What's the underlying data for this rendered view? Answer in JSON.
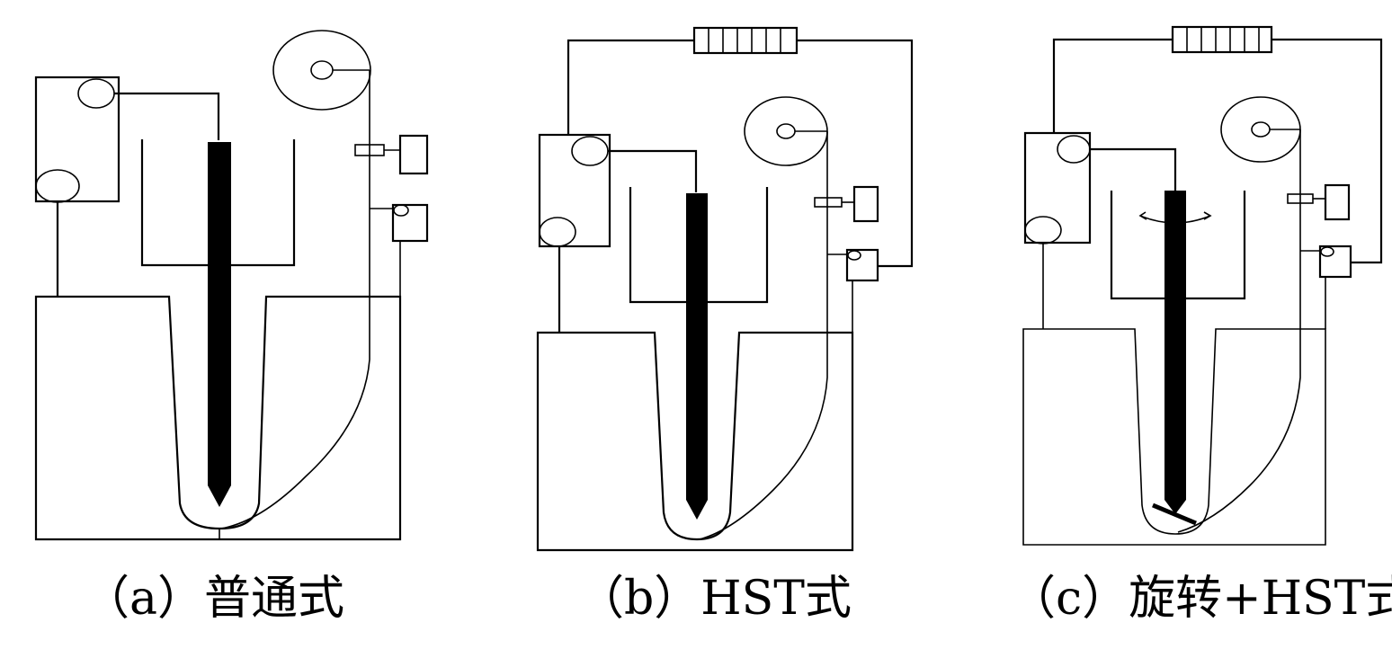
{
  "figure": {
    "panels": [
      {
        "id": "a",
        "caption": "（a）普通式",
        "type": "conventional",
        "has_resistor": false,
        "has_rotation": false
      },
      {
        "id": "b",
        "caption": "（b）HST式",
        "type": "hst",
        "has_resistor": true,
        "has_rotation": false
      },
      {
        "id": "c",
        "caption": "（c）旋转+HST式",
        "type": "rotation-hst",
        "has_resistor": true,
        "has_rotation": true
      }
    ],
    "colors": {
      "line": "#000000",
      "electrode": "#000000",
      "background": "#ffffff"
    }
  }
}
